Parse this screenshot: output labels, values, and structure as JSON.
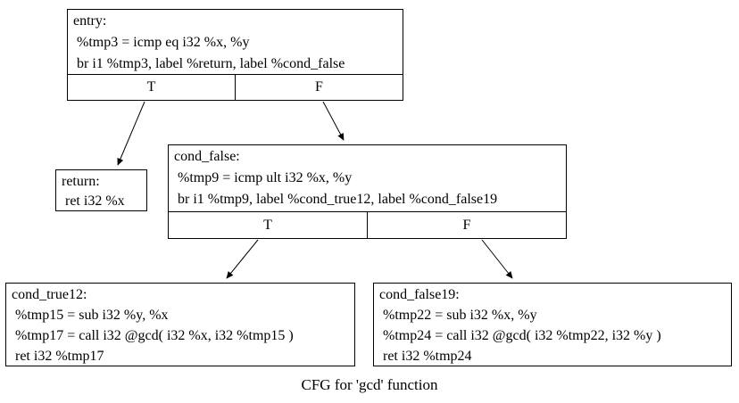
{
  "caption": "CFG for 'gcd' function",
  "colors": {
    "border": "#000000",
    "text": "#000000",
    "background": "#ffffff"
  },
  "nodes": {
    "entry": {
      "title": "entry:",
      "lines": [
        " %tmp3 = icmp eq i32 %x, %y",
        " br i1 %tmp3, label %return, label %cond_false"
      ],
      "true_label": "T",
      "false_label": "F"
    },
    "return": {
      "title": "return:",
      "lines": [
        " ret i32 %x"
      ]
    },
    "cond_false": {
      "title": "cond_false:",
      "lines": [
        " %tmp9 = icmp ult i32 %x, %y",
        " br i1 %tmp9, label %cond_true12, label %cond_false19"
      ],
      "true_label": "T",
      "false_label": "F"
    },
    "cond_true12": {
      "title": "cond_true12:",
      "lines": [
        " %tmp15 = sub i32 %y, %x",
        " %tmp17 = call i32 @gcd( i32 %x, i32 %tmp15 )",
        " ret i32 %tmp17"
      ]
    },
    "cond_false19": {
      "title": "cond_false19:",
      "lines": [
        " %tmp22 = sub i32 %x, %y",
        " %tmp24 = call i32 @gcd( i32 %tmp22, i32 %y )",
        " ret i32 %tmp24"
      ]
    }
  },
  "edges": [
    {
      "name": "entry-true-to-return"
    },
    {
      "name": "entry-false-to-cond_false"
    },
    {
      "name": "cond_false-true-to-cond_true12"
    },
    {
      "name": "cond_false-false-to-cond_false19"
    }
  ]
}
